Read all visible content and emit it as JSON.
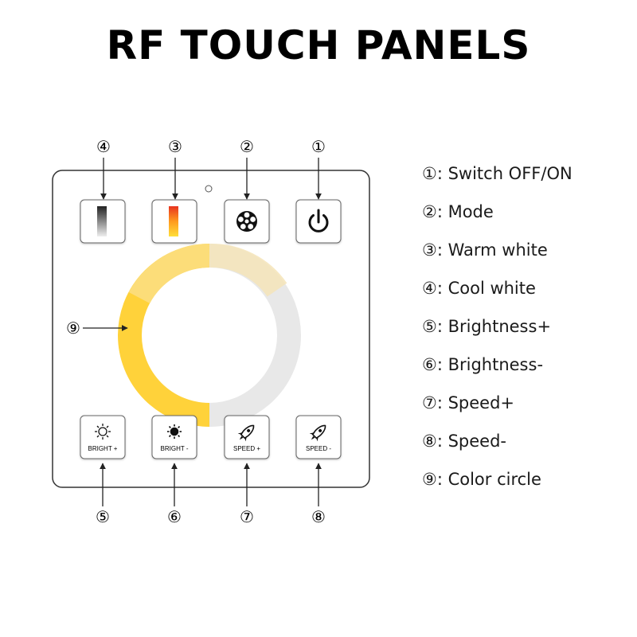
{
  "title": "RF TOUCH PANELS",
  "callout_numbers": {
    "n1": "①",
    "n2": "②",
    "n3": "③",
    "n4": "④",
    "n5": "⑤",
    "n6": "⑥",
    "n7": "⑦",
    "n8": "⑧",
    "n9": "⑨"
  },
  "panel": {
    "top_buttons": {
      "cool_white": {
        "icon": "cool-white-gradient-icon"
      },
      "warm_white": {
        "icon": "warm-white-gradient-icon"
      },
      "mode": {
        "icon": "film-reel-icon"
      },
      "power": {
        "icon": "power-icon"
      }
    },
    "bottom_buttons": {
      "bright_plus": {
        "label": "BRIGHT +",
        "icon": "sun-outline-icon"
      },
      "bright_minus": {
        "label": "BRIGHT -",
        "icon": "sun-filled-icon"
      },
      "speed_plus": {
        "label": "SPEED +",
        "icon": "rocket-icon"
      },
      "speed_minus": {
        "label": "SPEED -",
        "icon": "rocket-icon"
      }
    },
    "colors": {
      "warm": "#ffd23a",
      "cool": "#e8e8e8",
      "warm_strip_top": "#e8331f",
      "warm_strip_bottom": "#ffdf3a"
    }
  },
  "legend": [
    {
      "num": "①",
      "text": ": Switch OFF/ON"
    },
    {
      "num": "②",
      "text": ": Mode"
    },
    {
      "num": "③",
      "text": ": Warm white"
    },
    {
      "num": "④",
      "text": ": Cool white"
    },
    {
      "num": "⑤",
      "text": ": Brightness+"
    },
    {
      "num": "⑥",
      "text": ": Brightness-"
    },
    {
      "num": "⑦",
      "text": ": Speed+"
    },
    {
      "num": "⑧",
      "text": ": Speed-"
    },
    {
      "num": "⑨",
      "text": ": Color circle"
    }
  ]
}
